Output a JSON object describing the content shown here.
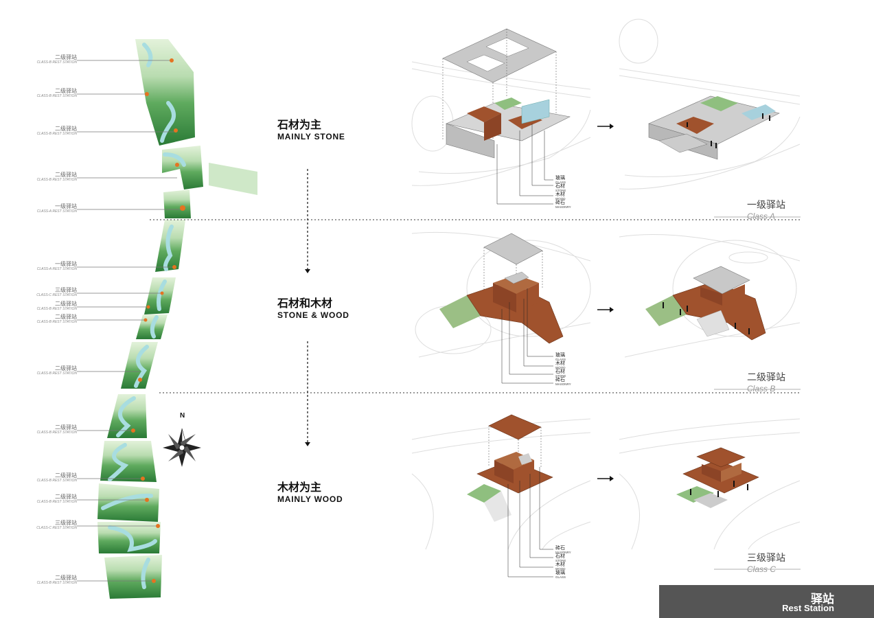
{
  "map": {
    "stations": [
      {
        "cn": "二级驿站",
        "en": "CLASS-B REST STATION"
      },
      {
        "cn": "二级驿站",
        "en": "CLASS-B REST STATION"
      },
      {
        "cn": "二级驿站",
        "en": "CLASS-B REST STATION"
      },
      {
        "cn": "二级驿站",
        "en": "CLASS-B REST STATION"
      },
      {
        "cn": "一级驿站",
        "en": "CLASS-A REST STATION"
      },
      {
        "cn": "一级驿站",
        "en": "CLASS-A REST STATION"
      },
      {
        "cn": "三级驿站",
        "en": "CLASS-C REST STATION"
      },
      {
        "cn": "二级驿站",
        "en": "CLASS-B REST STATION"
      },
      {
        "cn": "二级驿站",
        "en": "CLASS-B REST STATION"
      },
      {
        "cn": "二级驿站",
        "en": "CLASS-B REST STATION"
      },
      {
        "cn": "二级驿站",
        "en": "CLASS-B REST STATION"
      },
      {
        "cn": "二级驿站",
        "en": "CLASS-B REST STATION"
      },
      {
        "cn": "二级驿站",
        "en": "CLASS-B REST STATION"
      },
      {
        "cn": "三级驿站",
        "en": "CLASS-C REST STATION"
      },
      {
        "cn": "二级驿站",
        "en": "CLASS-B REST STATION"
      }
    ],
    "compass_label": "N"
  },
  "rows": [
    {
      "heading_cn": "石材为主",
      "heading_en": "MAINLY STONE",
      "materials": [
        {
          "cn": "玻璃",
          "en": "GLASS"
        },
        {
          "cn": "石材",
          "en": "STONE"
        },
        {
          "cn": "木材",
          "en": "WOOD"
        },
        {
          "cn": "砖石",
          "en": "MASONRY"
        }
      ],
      "class_cn": "一级驿站",
      "class_en": "Class A"
    },
    {
      "heading_cn": "石材和木材",
      "heading_en": "STONE & WOOD",
      "materials": [
        {
          "cn": "玻璃",
          "en": "GLASS"
        },
        {
          "cn": "木材",
          "en": "WOOD"
        },
        {
          "cn": "石材",
          "en": "STONE"
        },
        {
          "cn": "砖石",
          "en": "MASONRY"
        }
      ],
      "class_cn": "二级驿站",
      "class_en": "Class B"
    },
    {
      "heading_cn": "木材为主",
      "heading_en": "MAINLY WOOD",
      "materials": [
        {
          "cn": "砖石",
          "en": "MASONRY"
        },
        {
          "cn": "石材",
          "en": "STONE"
        },
        {
          "cn": "木材",
          "en": "WOOD"
        },
        {
          "cn": "玻璃",
          "en": "GLASS"
        }
      ],
      "class_cn": "三级驿站",
      "class_en": "Class C"
    }
  ],
  "footer": {
    "title_cn": "驿站",
    "title_en": "Rest Station"
  },
  "colors": {
    "wood": "#a0522d",
    "stone": "#b9b9b9",
    "map_light": "#cfe8c8",
    "map_dark": "#2e7d3a",
    "water": "#a8dde0",
    "station_marker": "#e57321",
    "footer_band": "#555555"
  }
}
